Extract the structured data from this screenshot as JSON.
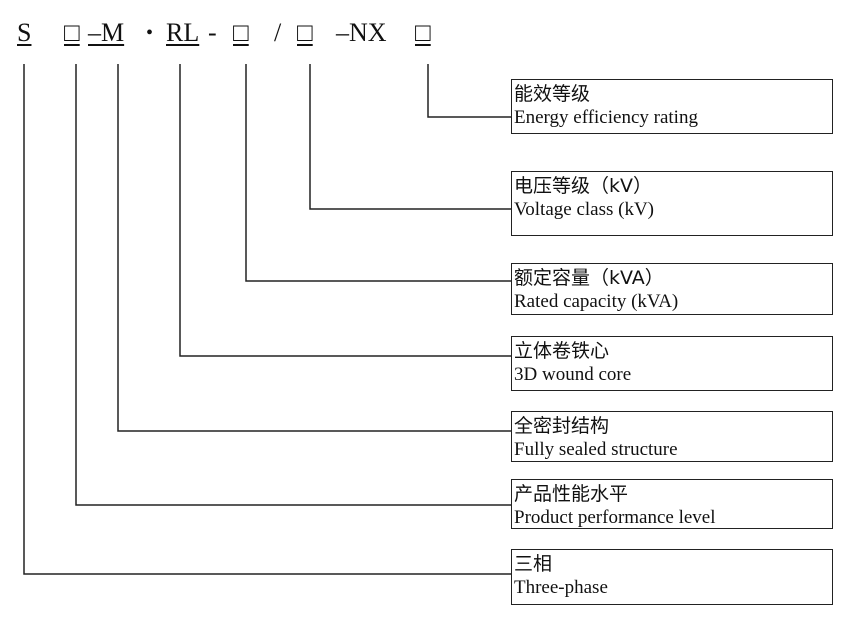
{
  "model_code": {
    "s": "S",
    "box1": "□",
    "dash_m": "–M",
    "dot": "•",
    "rl": "RL",
    "hyphen": "-",
    "box2": "□",
    "slash": "/",
    "box3": "□",
    "dash_nx": "–NX",
    "box4": "□"
  },
  "legend": [
    {
      "zh": "能效等级",
      "en": "Energy efficiency rating"
    },
    {
      "zh": "电压等级（kV）",
      "en": "Voltage class (kV)"
    },
    {
      "zh": "额定容量（kVA）",
      "en": "Rated capacity (kVA)"
    },
    {
      "zh": "立体卷铁心",
      "en": "3D wound core"
    },
    {
      "zh": "全密封结构",
      "en": "Fully sealed structure"
    },
    {
      "zh": "产品性能水平",
      "en": "Product performance level"
    },
    {
      "zh": "三相",
      "en": "Three-phase"
    }
  ]
}
